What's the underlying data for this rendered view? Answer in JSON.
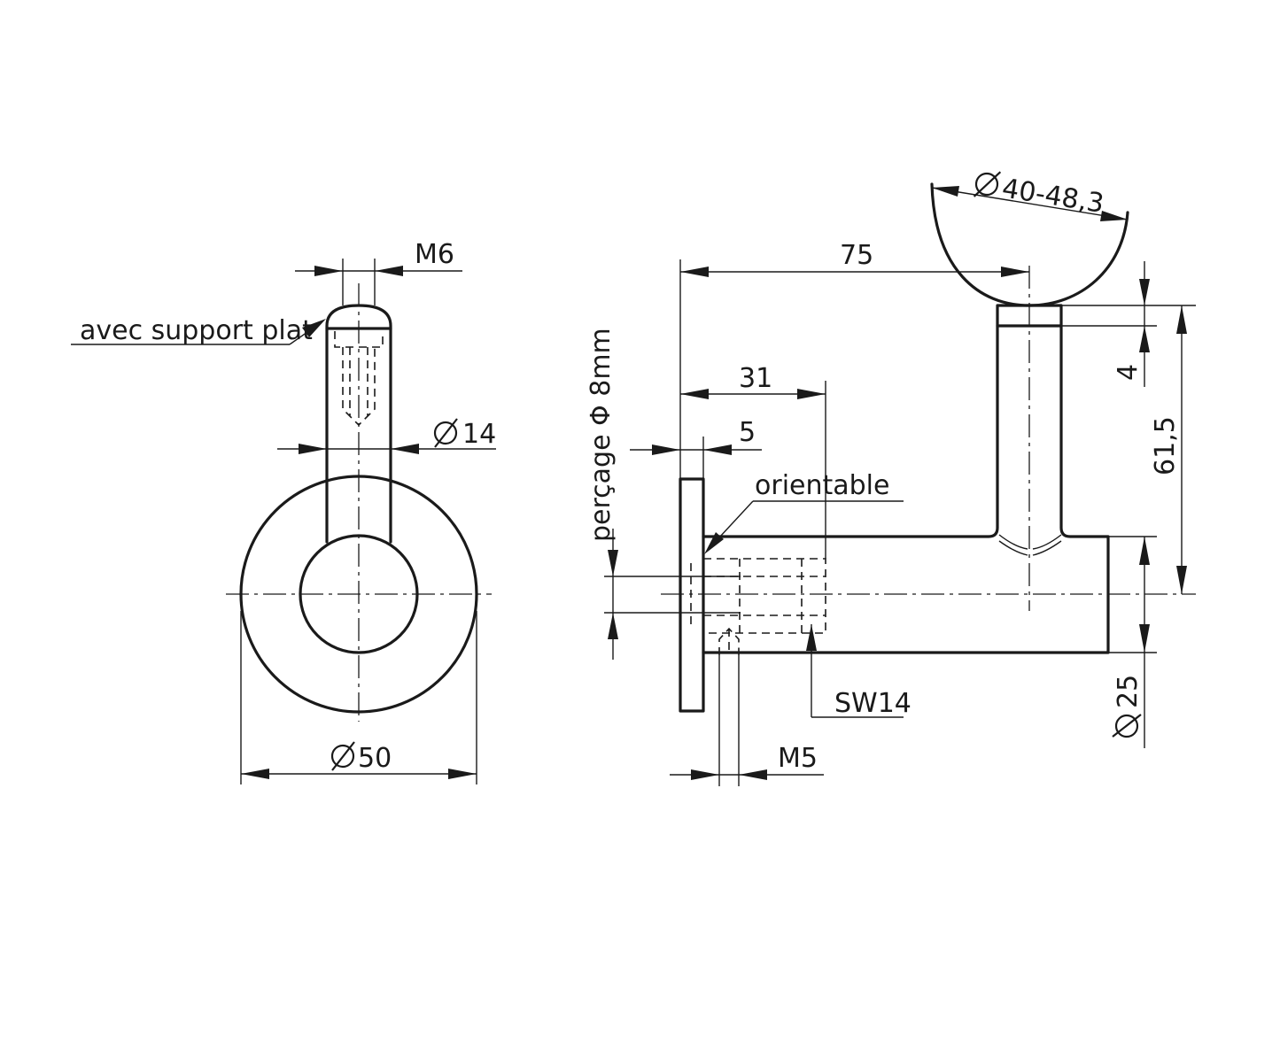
{
  "labels": {
    "m6": "M6",
    "support": "avec support plat",
    "d14": "14",
    "d50": "50",
    "d40": "40-48,3",
    "l75": "75",
    "l31": "31",
    "l5": "5",
    "percage": "perçage Φ 8mm",
    "orientable": "orientable",
    "h4": "4",
    "h615": "61,5",
    "sw14": "SW14",
    "d25": "25",
    "m5": "M5"
  }
}
